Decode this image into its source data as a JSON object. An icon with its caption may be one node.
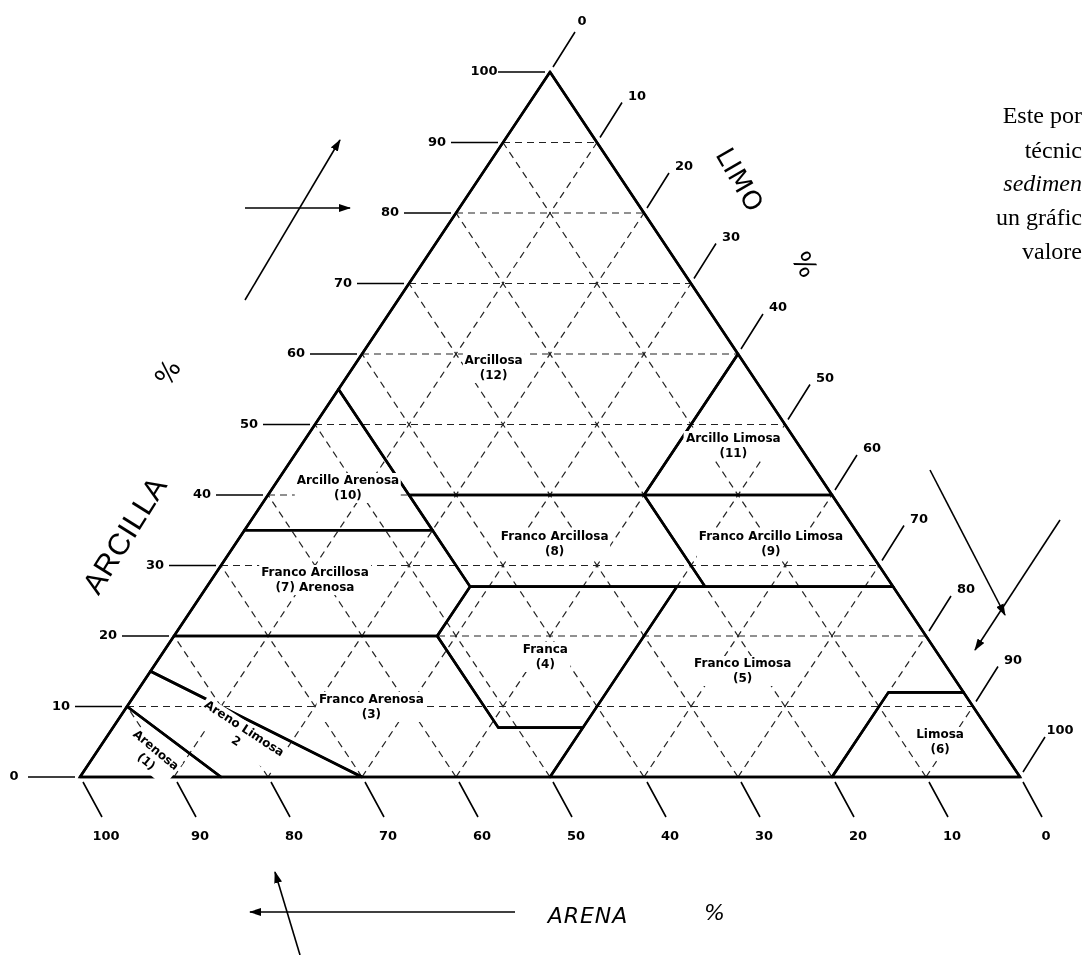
{
  "diagram": {
    "nodes": [
      {
        "text": [
          "Arcillosa",
          "(12)"
        ]
      },
      {
        "text": [
          "Arcillo Limosa",
          "(11)"
        ]
      },
      {
        "text": [
          "Arcillo Arenosa",
          "(10)"
        ]
      },
      {
        "text": [
          "Franco Arcillosa",
          "(8)"
        ]
      },
      {
        "text": [
          "Franco Arcillo Limosa",
          "(9)"
        ]
      },
      {
        "text": [
          "Franco Arcillosa",
          "(7) Arenosa"
        ]
      },
      {
        "text": [
          "Franca",
          "(4)"
        ]
      },
      {
        "text": [
          "Franco Arenosa",
          "(3)"
        ]
      },
      {
        "text": [
          "Franco Limosa",
          "(5)"
        ]
      },
      {
        "text": [
          "Areno Limosa",
          "2"
        ]
      },
      {
        "text": [
          "Limosa",
          "(6)"
        ]
      },
      {
        "text": [
          "Arenosa",
          "(1)"
        ]
      }
    ],
    "labels": [
      "0",
      "100",
      "90",
      "80",
      "70",
      "60",
      "50",
      "40",
      "30",
      "20",
      "10",
      "0",
      "10",
      "20",
      "30",
      "40",
      "50",
      "60",
      "70",
      "80",
      "90",
      "100",
      "100",
      "90",
      "80",
      "70",
      "60",
      "50",
      "40",
      "30",
      "20",
      "10",
      "0",
      "ARCILLA",
      "%",
      "LIMO",
      "%",
      "ARENA",
      "%",
      "Este por",
      "técnic",
      "sedimen",
      "un gráfic",
      "valore"
    ]
  }
}
